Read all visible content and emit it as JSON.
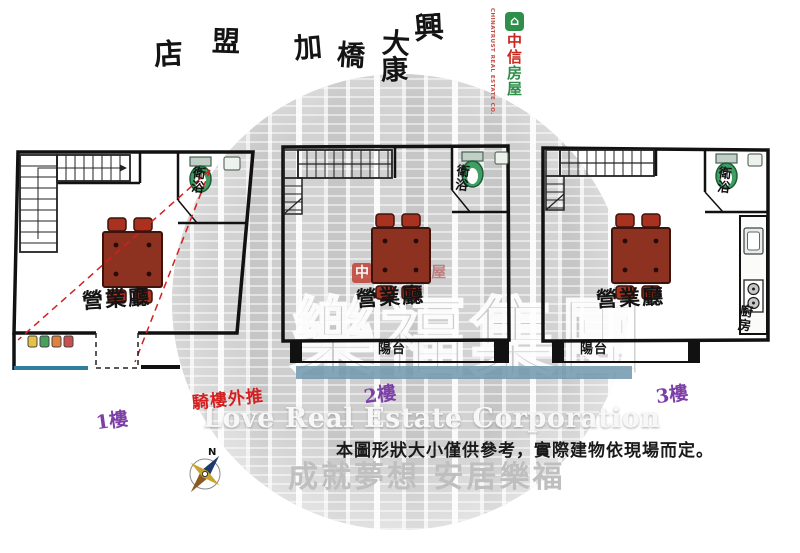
{
  "header": {
    "store_name": "興大康橋加盟店",
    "store_name_chars": [
      "興",
      "大",
      "康",
      "橋",
      "加",
      "盟",
      "店"
    ],
    "logo": {
      "brand_chars": [
        "中",
        "信",
        "房",
        "屋"
      ],
      "company_en": "CHINATRUST REAL ESTATE CO.",
      "icon_glyph": "⌂"
    }
  },
  "watermark": {
    "group_name": "樂福集團",
    "company_en": "Love Real Estate Corporation",
    "slogan": "成就夢想 安居樂福",
    "mini_brand_mark": "中",
    "mini_brand": "中信房屋"
  },
  "floors": {
    "f1": {
      "label": "1樓",
      "hall": "營業廳",
      "bath": "衛浴",
      "note": "騎樓外推"
    },
    "f2": {
      "label": "2樓",
      "hall": "營業廳",
      "bath": "衛浴",
      "balcony": "陽台"
    },
    "f3": {
      "label": "3樓",
      "hall": "營業廳",
      "bath": "衛浴",
      "balcony": "陽台",
      "kitchen": "廚房"
    }
  },
  "compass": {
    "north": "N"
  },
  "footer": {
    "disclaimer": "本圖形狀大小僅供參考，實際建物依現場而定。"
  },
  "colors": {
    "brand_red": "#c8281e",
    "brand_green": "#2e8f4a",
    "floor_label_purple": "#7b3fa6",
    "note_red": "#d42020",
    "storefront_blue": "#2e7f9e",
    "watermark_bar_blue": "#6f96ac",
    "table_brown": "#8d3220",
    "chair_red": "#a8321f",
    "toilet_green": "#3f9e63"
  }
}
